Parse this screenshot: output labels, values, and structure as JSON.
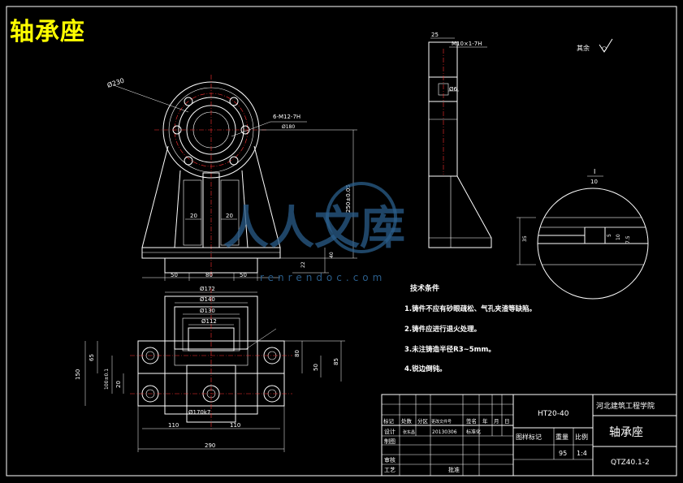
{
  "drawing": {
    "title": "轴承座",
    "roughness_note": "其余",
    "watermark_cn": "人人文库",
    "watermark_url": "renrendoc.com"
  },
  "dimensions": {
    "top_view": {
      "d230": "Ø230",
      "thread_6": "6-M12-7H",
      "pcd": "Ø180",
      "center_height": "250±0.05",
      "r20_left": "20",
      "r20_right": "20",
      "foot_h": "22",
      "base_h": "40",
      "width_50_l": "50",
      "width_80": "80",
      "width_50_r": "50"
    },
    "side_view": {
      "w25": "25",
      "thread": "M10×1-7H",
      "d6": "Ø6"
    },
    "detail": {
      "label_i": "I",
      "scale": "10",
      "d35": "35",
      "d5": "5",
      "d10": "10",
      "d75": "7.5"
    },
    "plan_view": {
      "d172": "Ø172",
      "d140": "Ø140",
      "d130": "Ø130",
      "d112": "Ø112",
      "h150": "150",
      "h65": "65",
      "h100": "100±0.1",
      "h20": "20",
      "h80": "80",
      "h50": "50",
      "h85": "85",
      "d170": "Ø170k7",
      "w110_l": "110",
      "w110_r": "110",
      "w290": "290"
    }
  },
  "tech": {
    "heading": "技术条件",
    "items": [
      "1.铸件不应有砂眼疏松、气孔夹渣等缺陷。",
      "2.铸件应进行退火处理。",
      "3.未注铸造半径R3~5mm。",
      "4.锐边倒钝。"
    ]
  },
  "title_block": {
    "material": "HT20-40",
    "school": "河北建筑工程学院",
    "part_name": "轴承座",
    "drawing_no": "QTZ40.1-2",
    "mark_label": "图样标记",
    "weight_label": "重量",
    "scale_label": "比例",
    "weight": "95",
    "scale": "1:4",
    "row_labels": [
      "标记",
      "处数",
      "分区",
      "更改文件号",
      "签名",
      "年",
      "月",
      "日"
    ],
    "design": "设计",
    "designer": "张东昌",
    "date": "20130306",
    "std": "标准化",
    "draw": "制图",
    "check": "审核",
    "process": "工艺",
    "approve": "批准"
  },
  "colors": {
    "background": "#000000",
    "line": "#ffffff",
    "centerline": "#ff3030",
    "title": "#ffff00",
    "watermark": "#2a5d8a"
  }
}
